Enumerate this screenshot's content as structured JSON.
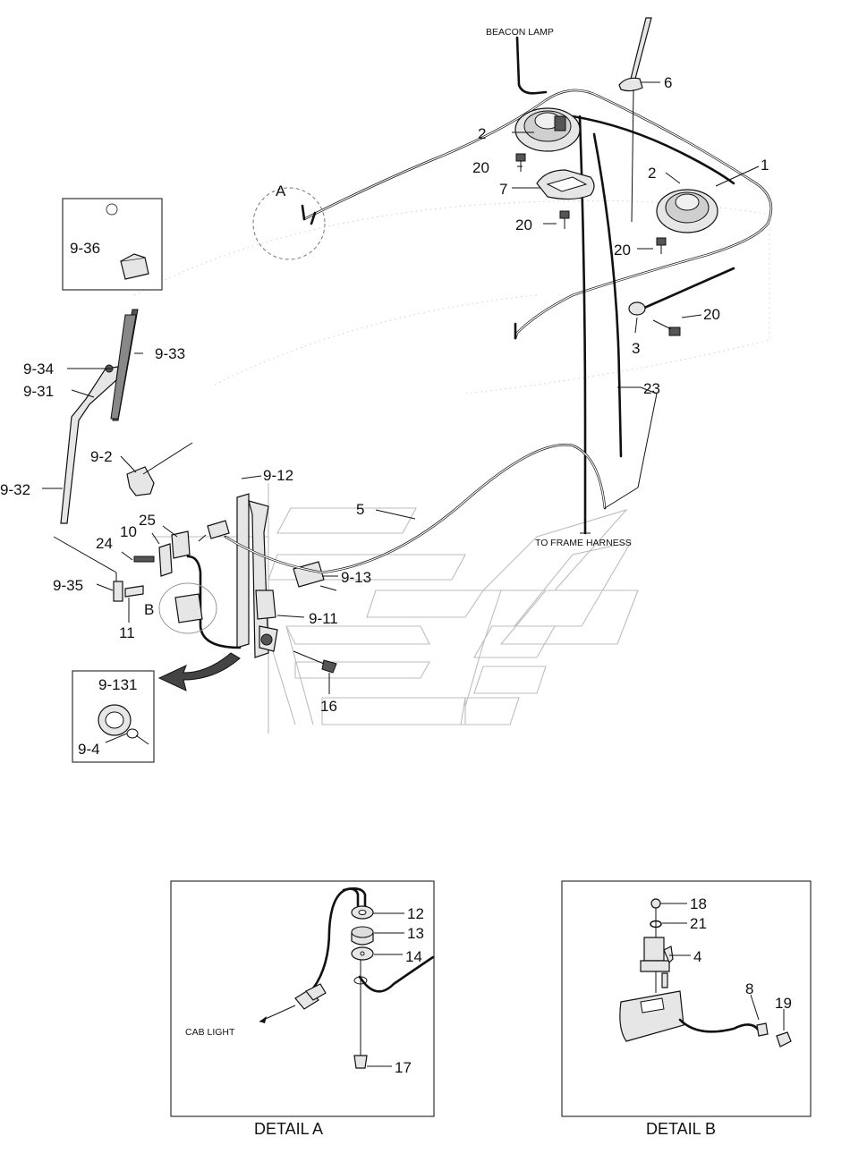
{
  "labels": {
    "beacon_lamp": "BEACON LAMP",
    "to_frame_harness": "TO FRAME HARNESS",
    "cab_light": "CAB LIGHT",
    "detail_a": "DETAIL A",
    "detail_b": "DETAIL B",
    "view_a": "A",
    "view_b": "B"
  },
  "parts": {
    "p1": "1",
    "p2a": "2",
    "p2b": "2",
    "p3": "3",
    "p5": "5",
    "p6": "6",
    "p7": "7",
    "p10": "10",
    "p11": "11",
    "p16": "16",
    "p20a": "20",
    "p20b": "20",
    "p20c": "20",
    "p20d": "20",
    "p23": "23",
    "p24": "24",
    "p25": "25",
    "p9_2": "9-2",
    "p9_4": "9-4",
    "p9_11": "9-11",
    "p9_12": "9-12",
    "p9_13": "9-13",
    "p9_131": "9-131",
    "p9_31": "9-31",
    "p9_32": "9-32",
    "p9_33": "9-33",
    "p9_34": "9-34",
    "p9_35": "9-35",
    "p9_36": "9-36",
    "dA12": "12",
    "dA13": "13",
    "dA14": "14",
    "dA17": "17",
    "dB18": "18",
    "dB21": "21",
    "dB4": "4",
    "dB8": "8",
    "dB19": "19"
  }
}
